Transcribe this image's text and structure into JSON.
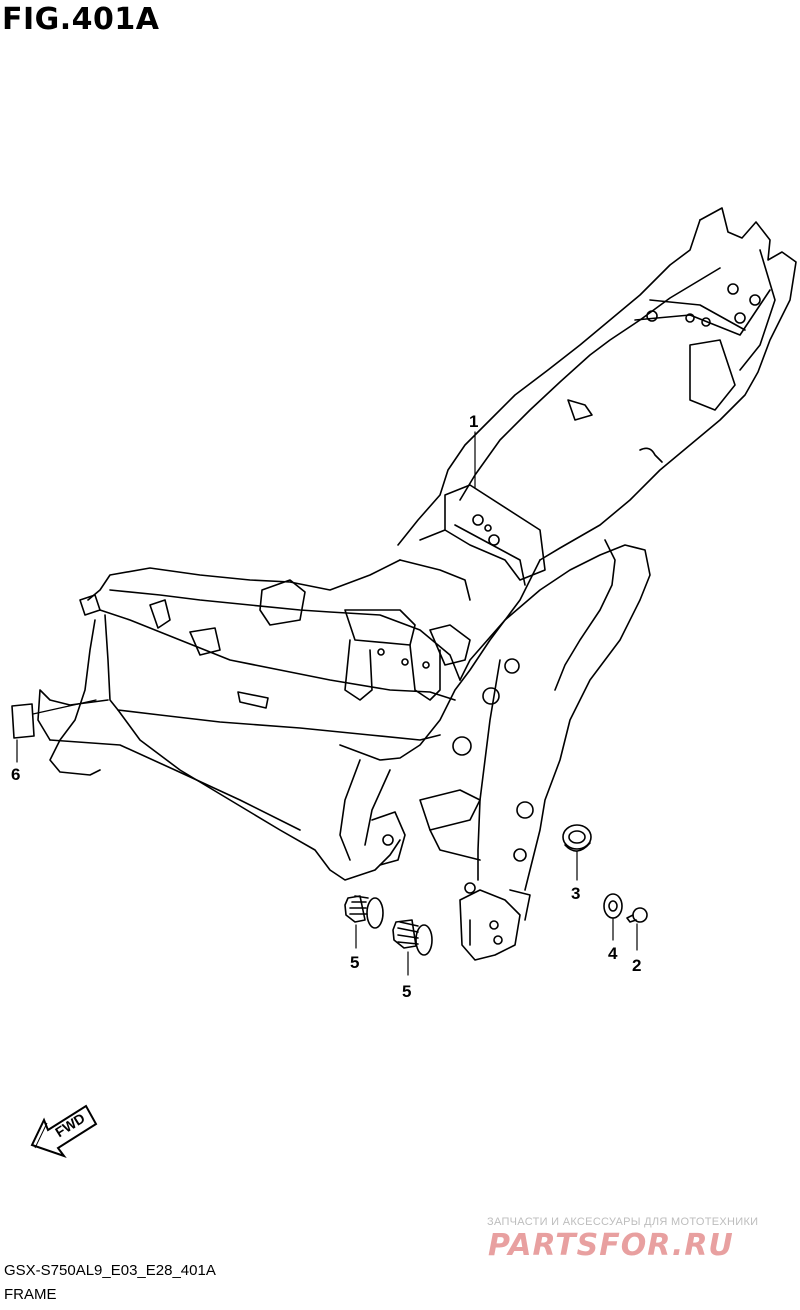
{
  "figure": {
    "title": "FIG.401A"
  },
  "callouts": {
    "frame": "1",
    "bolt": "2",
    "cushion": "3",
    "washer": "4",
    "plug_a": "5",
    "plug_b": "5",
    "label": "6"
  },
  "fwd_label": "FWD",
  "footer": {
    "diagram_ref": "GSX-S750AL9_E03_E28_401A",
    "section_name": "FRAME"
  },
  "watermark": {
    "tagline": "ЗАПЧАСТИ И АКСЕССУАРЫ ДЛЯ МОТОТЕХНИКИ",
    "logo_text": "PARTSFOR.RU",
    "color": "#e8a0a0"
  }
}
